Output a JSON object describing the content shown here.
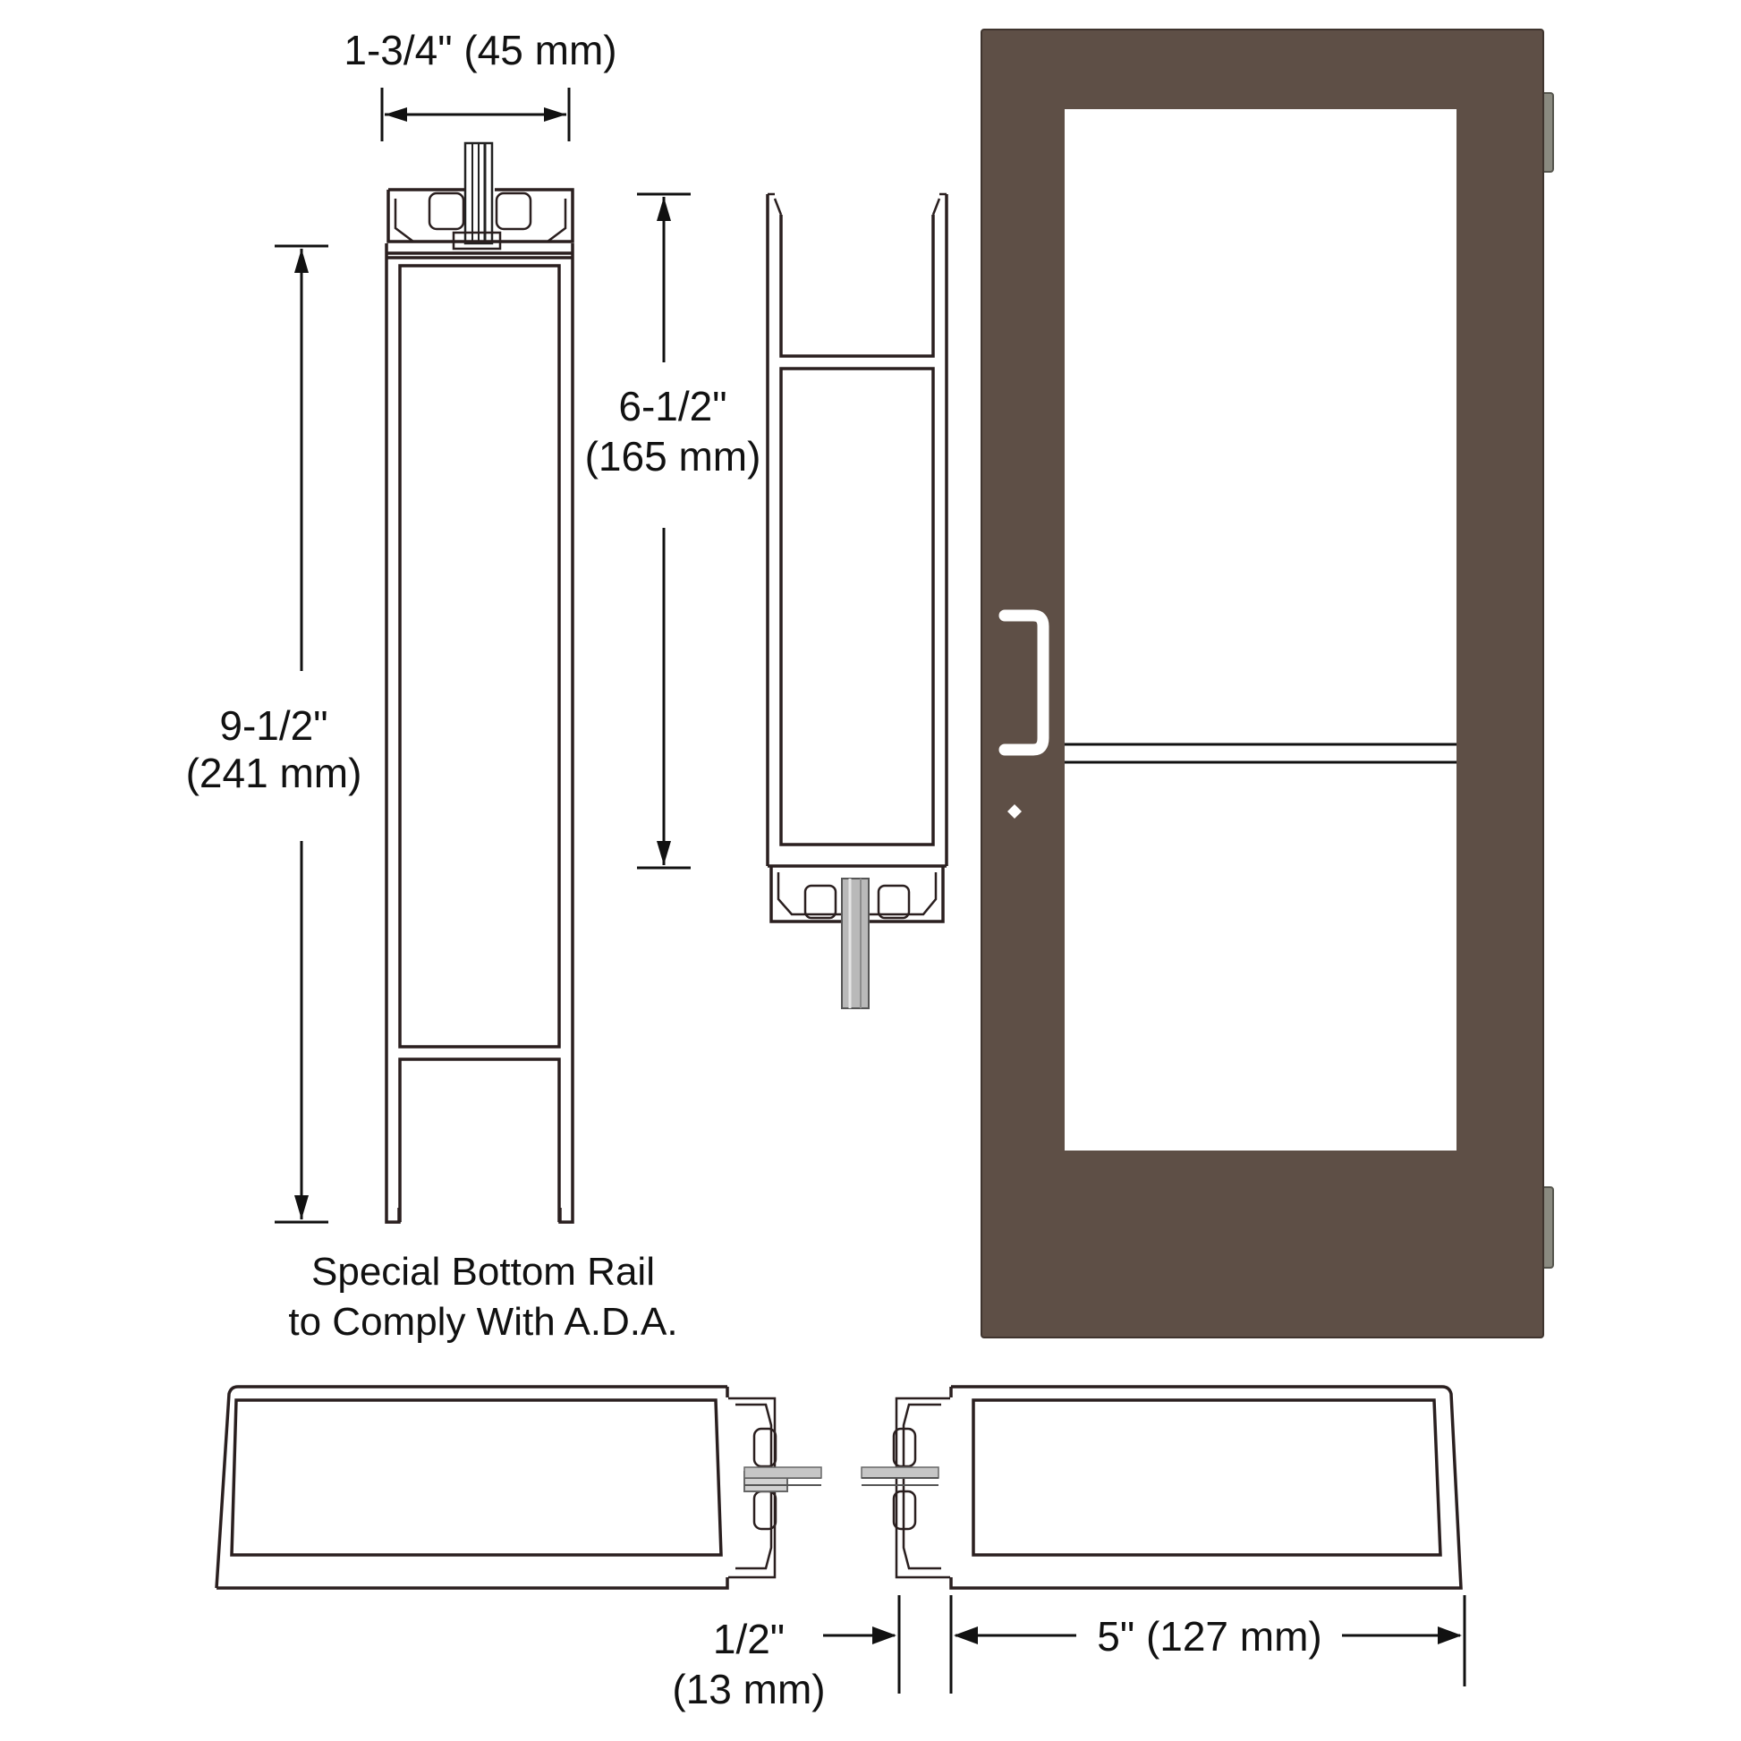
{
  "colors": {
    "door_frame": "#5e4f46",
    "door_frame_edge": "#3f342e",
    "glass": "#ffffff",
    "line": "#2a1f1f",
    "hinge": "#8a8a80",
    "glazing_gray": "#a8a8a8",
    "background": "#ffffff"
  },
  "dimensions": {
    "depth": "1-3/4\" (45 mm)",
    "bottom_rail_height_in": "9-1/2\"",
    "bottom_rail_height_mm": "(241 mm)",
    "top_rail_height_in": "6-1/2\"",
    "top_rail_height_mm": "(165 mm)",
    "gap_in": "1/2\"",
    "gap_mm": "(13 mm)",
    "stile_width": "5\" (127 mm)"
  },
  "captions": {
    "bottom_rail_line1": "Special Bottom Rail",
    "bottom_rail_line2": "to Comply With A.D.A."
  },
  "door": {
    "finish": "dark bronze",
    "lites": 2,
    "hardware": [
      "pull-handle",
      "lock-cylinder",
      "hinges"
    ]
  }
}
